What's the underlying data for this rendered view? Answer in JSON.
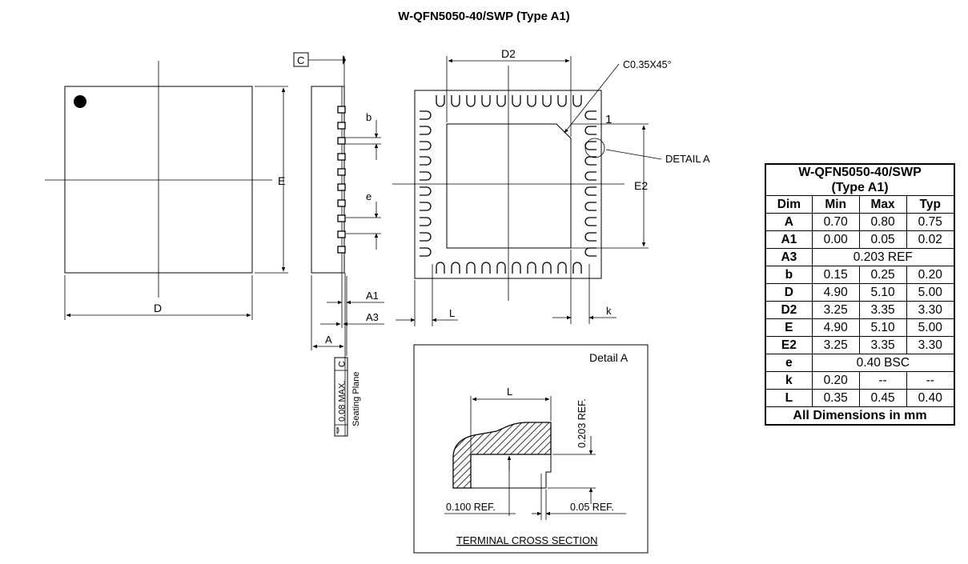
{
  "title": "W-QFN5050-40/SWP (Type A1)",
  "labels": {
    "D": "D",
    "E": "E",
    "D2": "D2",
    "E2": "E2",
    "chamfer": "C0.35X45°",
    "pin1": "1",
    "detail_a_callout": "DETAIL A",
    "C": "C",
    "b": "b",
    "e": "e",
    "A1": "A1",
    "A3": "A3",
    "A": "A",
    "L": "L",
    "k": "k",
    "flatness": "0.08 MAX.",
    "flatness_datum": "C",
    "seating_plane": "Seating Plane",
    "detail_title": "Detail A",
    "detail_L": "L",
    "ref_0203": "0.203 REF.",
    "ref_0100": "0.100 REF.",
    "ref_005": "0.05 REF.",
    "cross_section": "TERMINAL CROSS SECTION"
  },
  "table": {
    "title_line1": "W-QFN5050-40/SWP",
    "title_line2": "(Type A1)",
    "headers": [
      "Dim",
      "Min",
      "Max",
      "Typ"
    ],
    "rows": [
      {
        "dim": "A",
        "min": "0.70",
        "max": "0.80",
        "typ": "0.75"
      },
      {
        "dim": "A1",
        "min": "0.00",
        "max": "0.05",
        "typ": "0.02"
      },
      {
        "dim": "A3",
        "span": "0.203 REF"
      },
      {
        "dim": "b",
        "min": "0.15",
        "max": "0.25",
        "typ": "0.20"
      },
      {
        "dim": "D",
        "min": "4.90",
        "max": "5.10",
        "typ": "5.00"
      },
      {
        "dim": "D2",
        "min": "3.25",
        "max": "3.35",
        "typ": "3.30"
      },
      {
        "dim": "E",
        "min": "4.90",
        "max": "5.10",
        "typ": "5.00"
      },
      {
        "dim": "E2",
        "min": "3.25",
        "max": "3.35",
        "typ": "3.30"
      },
      {
        "dim": "e",
        "span": "0.40 BSC"
      },
      {
        "dim": "k",
        "min": "0.20",
        "max": "--",
        "typ": "--"
      },
      {
        "dim": "L",
        "min": "0.35",
        "max": "0.45",
        "typ": "0.40"
      }
    ],
    "footer": "All Dimensions in mm"
  }
}
